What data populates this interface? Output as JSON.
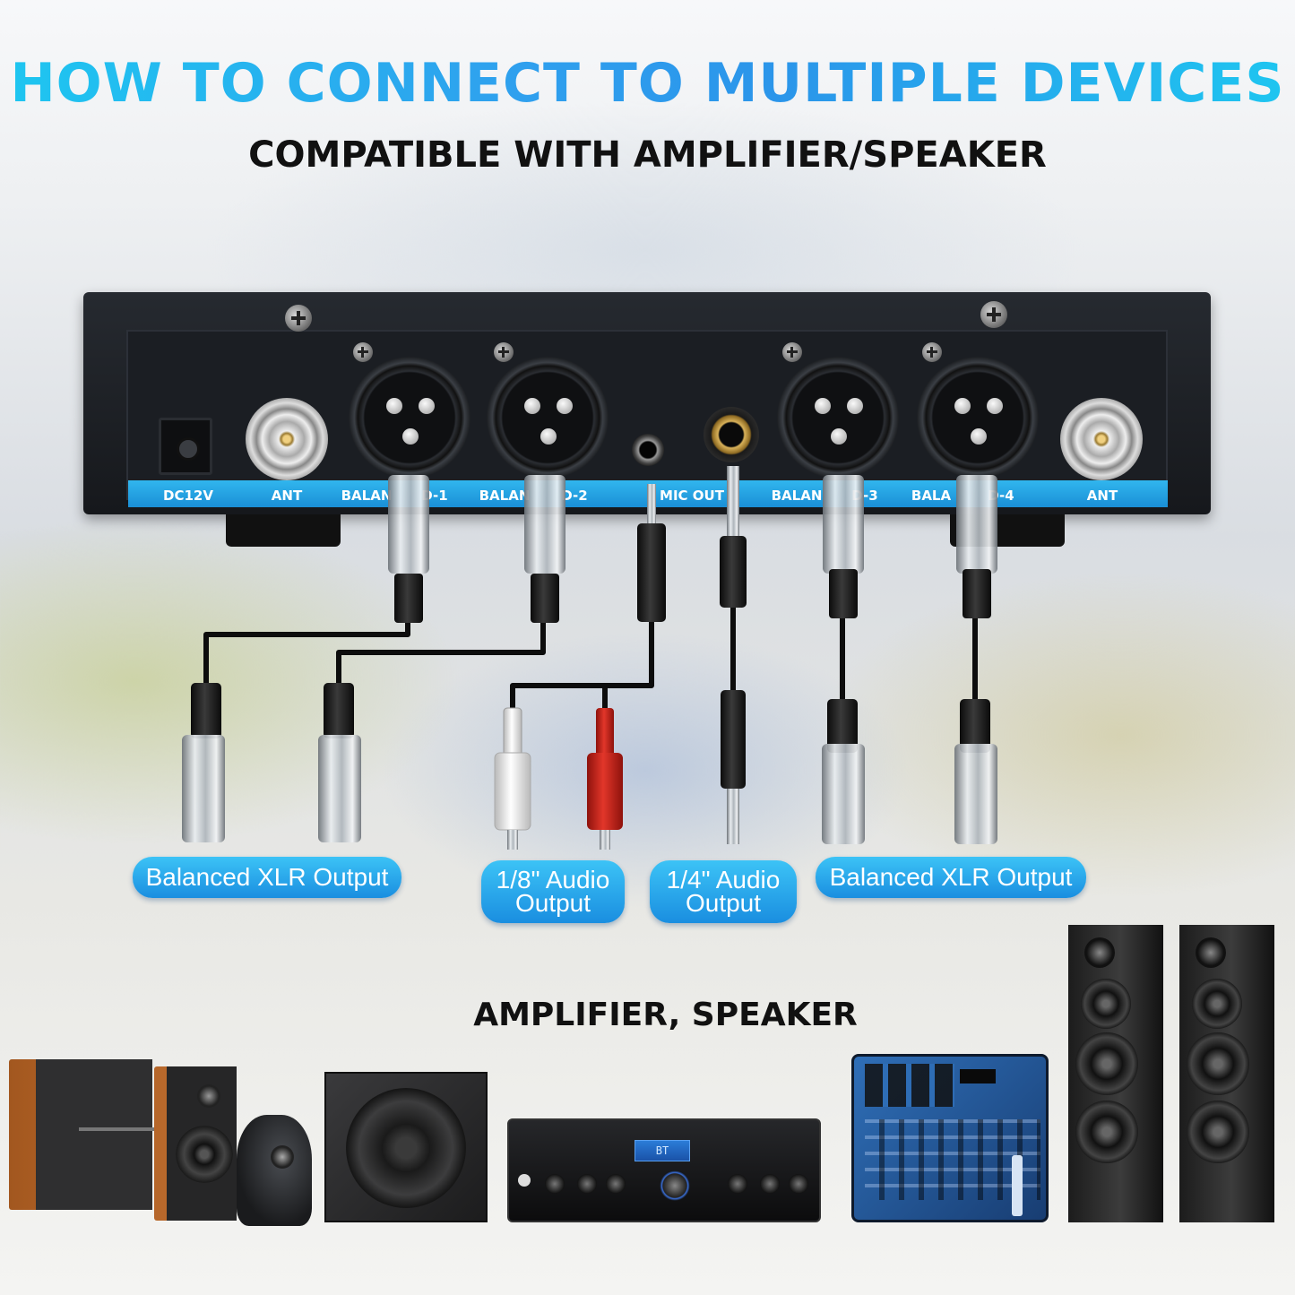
{
  "header": {
    "title": "HOW TO CONNECT TO MULTIPLE DEVICES",
    "subtitle": "COMPATIBLE WITH AMPLIFIER/SPEAKER"
  },
  "receiver": {
    "ports": [
      {
        "label": "DC12V"
      },
      {
        "label": "ANT"
      },
      {
        "label": "BALAN",
        "suffix": "D-1"
      },
      {
        "label": "BALAN",
        "suffix": "D-2"
      },
      {
        "label": "MIC OUT"
      },
      {
        "label": "BALAN",
        "suffix": "D-3"
      },
      {
        "label": "BALA",
        "suffix": "D-4"
      },
      {
        "label": "ANT"
      }
    ],
    "strip_color": "#1fa0e2"
  },
  "outputs": {
    "xlr_left": "Balanced XLR Output",
    "eighth_line1": "1/8\" Audio",
    "eighth_line2": "Output",
    "quarter_line1": "1/4\" Audio",
    "quarter_line2": "Output",
    "xlr_right": "Balanced XLR Output"
  },
  "devices": {
    "section_label": "AMPLIFIER, SPEAKER",
    "amp_display": "BT",
    "items": [
      "bookshelf-speakers-icon",
      "subwoofer-icon",
      "amplifier-icon",
      "mixer-icon",
      "tower-speakers-icon"
    ]
  },
  "colors": {
    "accent_cyan": "#1ec6f0",
    "pill_blue": "#1a8ee0",
    "rca_red": "#d0231b",
    "rca_white": "#f4f4f4"
  }
}
